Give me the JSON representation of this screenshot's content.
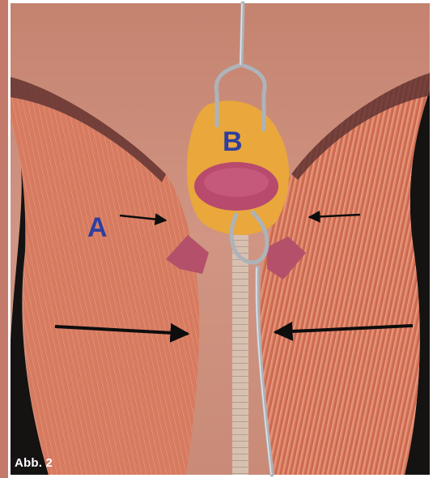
{
  "labels": {
    "a": "A",
    "b": "B"
  },
  "caption": "Abb. 2",
  "colors": {
    "label_blue": "#2f3f9e",
    "muscle": "#d9745c",
    "skin": "#c98a76",
    "dark_background": "#121212",
    "gland_yellow": "#e7a63a",
    "thyroid_pink": "#b8476c",
    "instrument_silver": "#b9bec4"
  },
  "icons": [
    "black-arrow",
    "surgical-retractor-icon"
  ]
}
